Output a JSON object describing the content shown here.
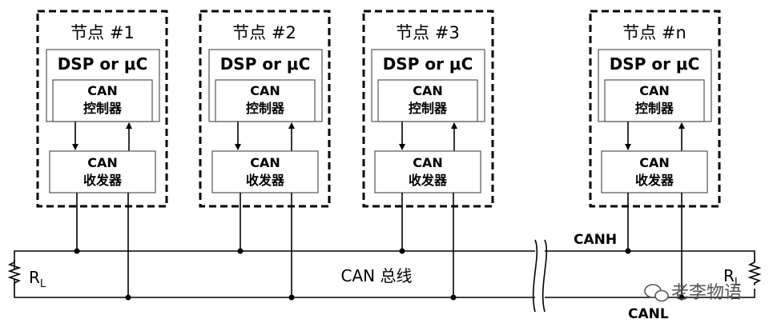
{
  "nodes": [
    {
      "title": "节点 #1",
      "processor": "DSP or μC",
      "controller_line1": "CAN",
      "controller_line2": "控制器",
      "transceiver_line1": "CAN",
      "transceiver_line2": "收发器"
    },
    {
      "title": "节点 #2",
      "processor": "DSP or μC",
      "controller_line1": "CAN",
      "controller_line2": "控制器",
      "transceiver_line1": "CAN",
      "transceiver_line2": "收发器"
    },
    {
      "title": "节点 #3",
      "processor": "DSP or μC",
      "controller_line1": "CAN",
      "controller_line2": "控制器",
      "transceiver_line1": "CAN",
      "transceiver_line2": "收发器"
    },
    {
      "title": "节点 #n",
      "processor": "DSP or μC",
      "controller_line1": "CAN",
      "controller_line2": "控制器",
      "transceiver_line1": "CAN",
      "transceiver_line2": "收发器"
    }
  ],
  "bus": {
    "label": "CAN 总线",
    "high_label": "CANH",
    "low_label": "CANL"
  },
  "terminator": {
    "label": "R",
    "subscript": "L"
  },
  "watermark": {
    "text": "老李物语"
  }
}
